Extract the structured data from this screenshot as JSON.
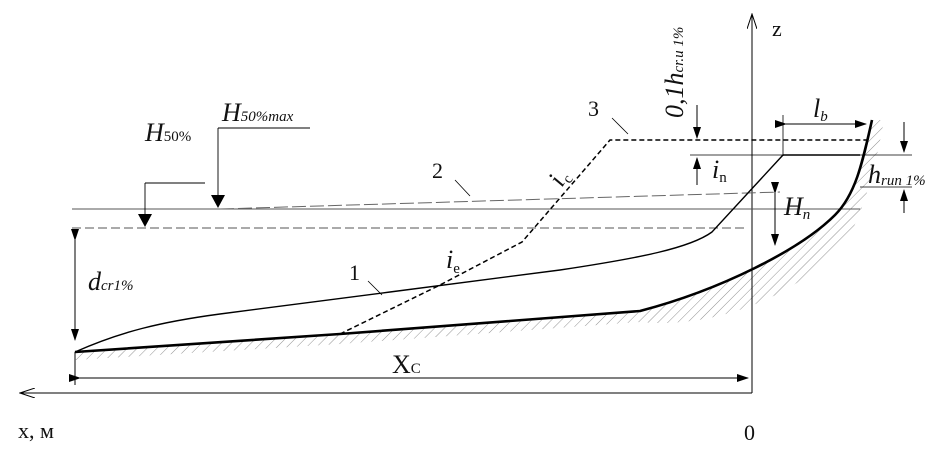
{
  "diagram": {
    "axes": {
      "x_label": "x, м",
      "z_label": "z",
      "origin_label": "0"
    },
    "profile_numbers": [
      "1",
      "2",
      "3"
    ],
    "labels": {
      "h50": {
        "main": "H",
        "sub": "50%"
      },
      "h50max": {
        "main": "H",
        "sub": "50%max"
      },
      "dcr": {
        "main": "d",
        "sub": "cr1%"
      },
      "xc": {
        "main": "X",
        "sub": "C"
      },
      "ie": {
        "main": "i",
        "sub": "e"
      },
      "ic": {
        "main": "i",
        "sub": "c"
      },
      "in": {
        "main": "i",
        "sub": "n"
      },
      "hn": {
        "main": "H",
        "sub": "n"
      },
      "lb": {
        "main": "l",
        "sub": "b"
      },
      "hrun": {
        "main": "h",
        "sub": "run 1%"
      },
      "crest": {
        "main": "0,1h",
        "sub": "cr.u 1%"
      }
    }
  }
}
